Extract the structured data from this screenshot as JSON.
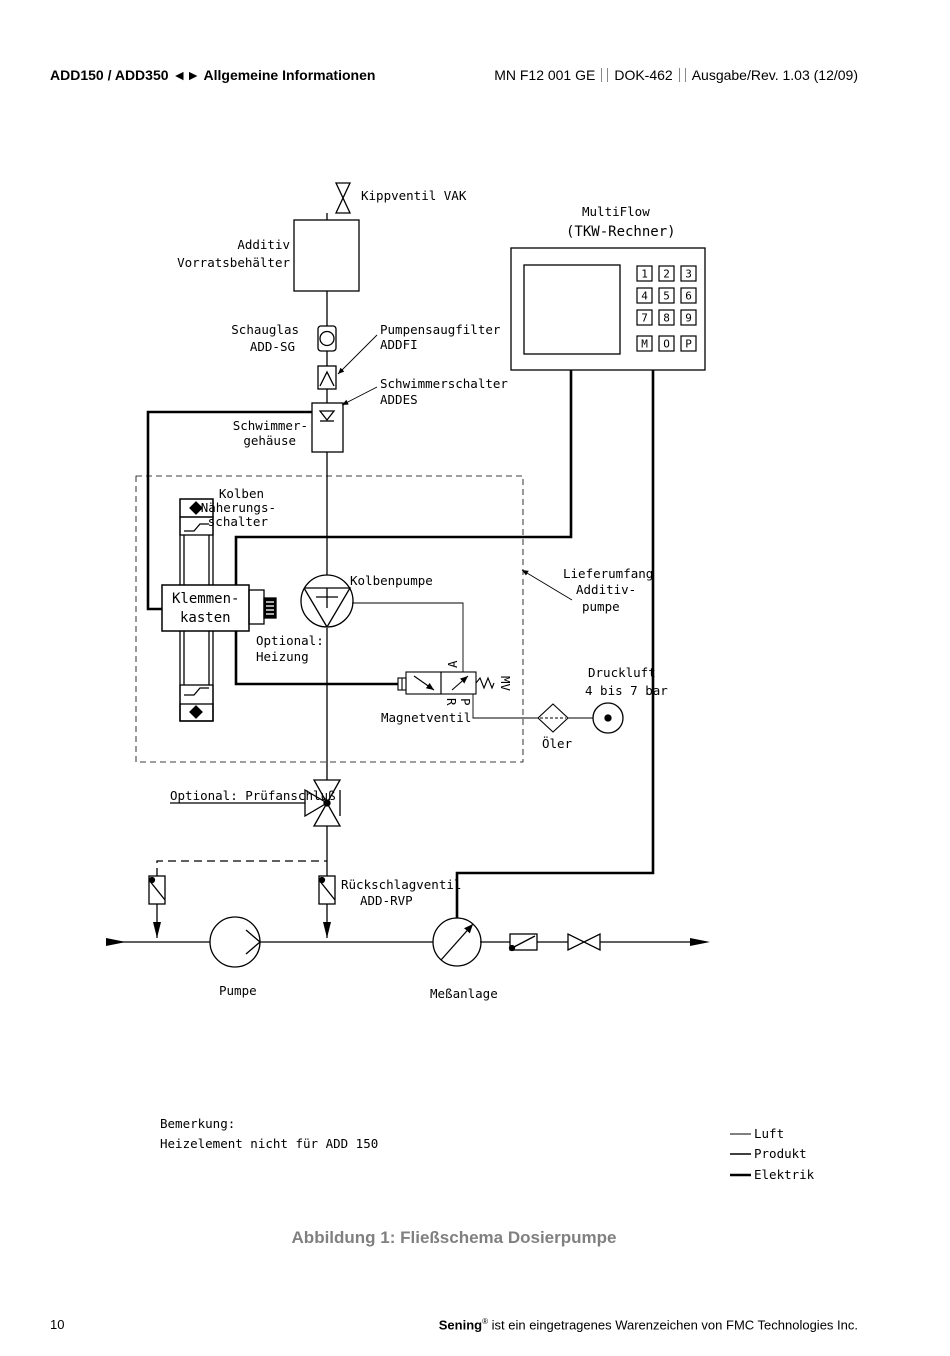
{
  "header": {
    "left": "ADD150 / ADD350 ◄► Allgemeine Informationen",
    "doc_id": "MN F12 001 GE",
    "dok": "DOK-462",
    "revision": "Ausgabe/Rev. 1.03 (12/09)"
  },
  "labels": {
    "kippventil": "Kippventil VAK",
    "additiv_1": "Additiv",
    "additiv_2": "Vorratsbehälter",
    "schauglas_1": "Schauglas",
    "schauglas_2": "ADD-SG",
    "filter_1": "Pumpensaugfilter",
    "filter_2": "ADDFI",
    "schwimmerschalter_1": "Schwimmerschalter",
    "schwimmerschalter_2": "ADDES",
    "gehaeuse_1": "Schwimmer-",
    "gehaeuse_2": "gehäuse",
    "kolben_1": "Kolben",
    "kolben_2": "Näherungs-",
    "kolben_3": "schalter",
    "klemmen_1": "Klemmen-",
    "klemmen_2": "kasten",
    "heizung_1": "Optional:",
    "heizung_2": "Heizung",
    "kolbenpumpe": "Kolbenpumpe",
    "lieferumfang_1": "Lieferumfang",
    "lieferumfang_2": "Additiv-",
    "lieferumfang_3": "pumpe",
    "druckluft_1": "Druckluft",
    "druckluft_2": "4 bis 7 bar",
    "magnetventil": "Magnetventil",
    "mv": "MV",
    "port_r": "R",
    "port_p": "P",
    "port_a": "A",
    "oeler": "Öler",
    "pruefanschluss": "Optional: Prüfanschluß",
    "rueckschlag_1": "Rückschlagventil",
    "rueckschlag_2": "ADD-RVP",
    "pumpe": "Pumpe",
    "messanlage": "Meßanlage",
    "multiflow_1": "MultiFlow",
    "multiflow_2": "(TKW-Rechner)",
    "bemerkung_1": "Bemerkung:",
    "bemerkung_2": "Heizelement nicht für ADD 150"
  },
  "keypad": [
    "1",
    "2",
    "3",
    "4",
    "5",
    "6",
    "7",
    "8",
    "9",
    "M",
    "O",
    "P"
  ],
  "legend": [
    "Luft",
    "Produkt",
    "Elektrik"
  ],
  "caption": "Abbildung 1: Fließschema Dosierpumpe",
  "footer": {
    "page": "10",
    "brand": "Sening",
    "reg": "®",
    "text": " ist ein eingetragenes Warenzeichen von FMC Technologies Inc."
  }
}
